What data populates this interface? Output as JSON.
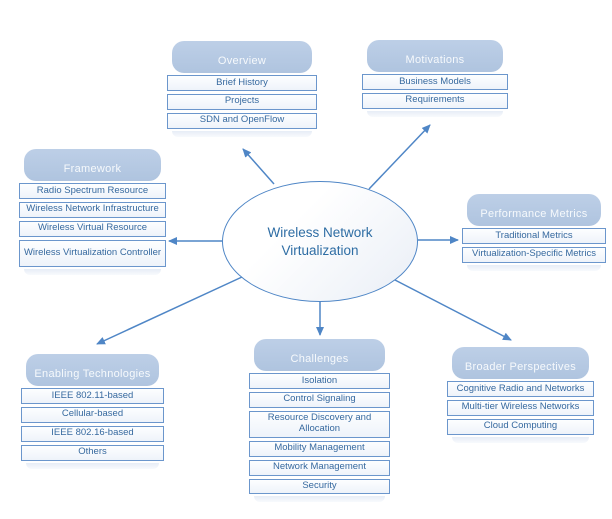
{
  "diagram": {
    "center": {
      "line1": "Wireless Network",
      "line2": "Virtualization"
    },
    "groups": [
      {
        "id": "overview",
        "title": "Overview",
        "items": [
          "Brief History",
          "Projects",
          "SDN and OpenFlow"
        ]
      },
      {
        "id": "motivations",
        "title": "Motivations",
        "items": [
          "Business Models",
          "Requirements"
        ]
      },
      {
        "id": "framework",
        "title": "Framework",
        "items": [
          "Radio Spectrum Resource",
          "Wireless Network Infrastructure",
          "Wireless Virtual Resource",
          "Wireless Virtualization Controller"
        ]
      },
      {
        "id": "performance-metrics",
        "title": "Performance Metrics",
        "items": [
          "Traditional Metrics",
          "Virtualization-Specific Metrics"
        ]
      },
      {
        "id": "enabling-technologies",
        "title": "Enabling Technologies",
        "items": [
          "IEEE 802.11-based",
          "Cellular-based",
          "IEEE 802.16-based",
          "Others"
        ]
      },
      {
        "id": "challenges",
        "title": "Challenges",
        "items": [
          "Isolation",
          "Control Signaling",
          "Resource Discovery and Allocation",
          "Mobility Management",
          "Network Management",
          "Security"
        ]
      },
      {
        "id": "broader-perspectives",
        "title": "Broader Perspectives",
        "items": [
          "Cognitive Radio and Networks",
          "Multi-tier Wireless Networks",
          "Cloud Computing"
        ]
      }
    ]
  },
  "theme": {
    "canvas_bg": "#ffffff",
    "header_bg_top": "#bdcfe7",
    "header_bg_bottom": "#afc4df",
    "header_text": "#f6f9fc",
    "row_border": "#6b96cc",
    "row_text": "#36699f",
    "arrow": "#4f86c6",
    "ellipse_border": "#4f86c6",
    "ellipse_text": "#2e6da4"
  }
}
